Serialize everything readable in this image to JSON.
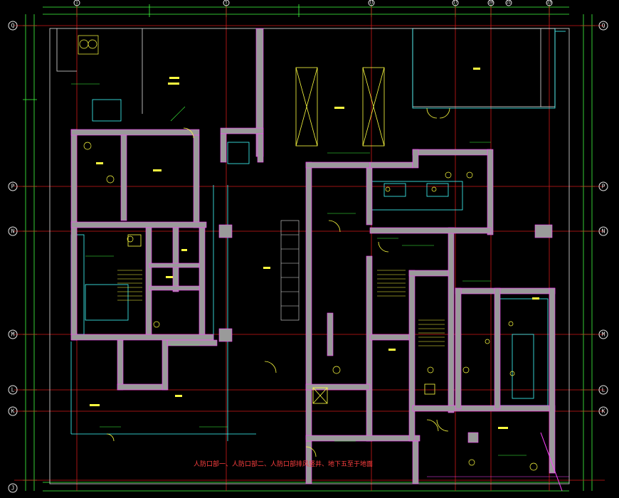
{
  "note": {
    "text": "人防口部一、人防口部二、人防口部排风竖井、地下五至于地面",
    "color": "#ff4040"
  },
  "axes": {
    "vertical": [
      {
        "label": "1"
      },
      {
        "label": "5"
      },
      {
        "label": "11"
      },
      {
        "label": "17"
      },
      {
        "label": "20"
      },
      {
        "label": "21"
      },
      {
        "label": "23"
      }
    ],
    "horizontal": [
      {
        "label": "Q"
      },
      {
        "label": "P"
      },
      {
        "label": "N"
      },
      {
        "label": "M"
      },
      {
        "label": "L"
      },
      {
        "label": "K"
      },
      {
        "label": "J"
      }
    ]
  },
  "colors": {
    "background": "#000000",
    "wall": "#9a9a9a",
    "wall_edge": "#ff40ff",
    "grid_red": "#d01818",
    "dimension_green": "#40ff40",
    "equipment_cyan": "#40ffff",
    "symbol_yellow": "#ffff40",
    "outline_white": "#e0e0e0"
  },
  "icons": {
    "door": "door-swing-icon",
    "stair": "stair-icon",
    "equipment": "equipment-box-icon",
    "shaft": "shaft-cross-icon"
  }
}
